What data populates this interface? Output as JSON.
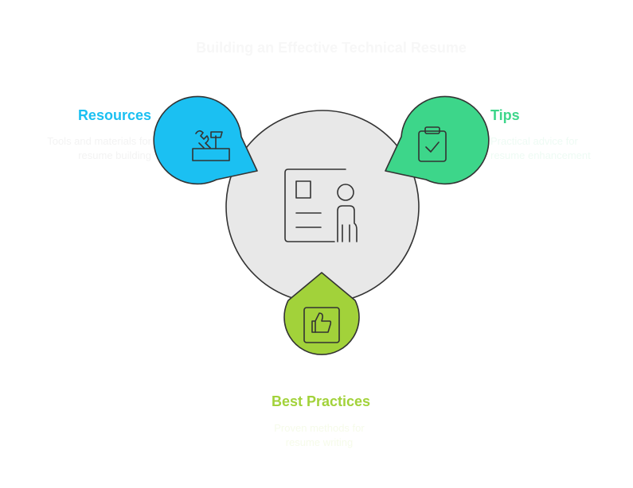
{
  "title": "Building an Effective Technical Resume",
  "center": {
    "icon": "resume-profile-icon"
  },
  "items": [
    {
      "label": "Resources",
      "description_lines": [
        "Tools and materials for",
        "resume building"
      ],
      "color": "#1bc0f2",
      "icon": "tools-icon"
    },
    {
      "label": "Tips",
      "description_lines": [
        "Practical advice for",
        "resume enhancement"
      ],
      "color": "#3dd68a",
      "icon": "clipboard-check-icon"
    },
    {
      "label": "Best Practices",
      "description_lines": [
        "Proven methods for",
        "resume writing"
      ],
      "color": "#a2d23a",
      "icon": "thumbs-up-icon"
    }
  ],
  "colors": {
    "center_fill": "#e8e8e8",
    "outline": "#333333"
  }
}
